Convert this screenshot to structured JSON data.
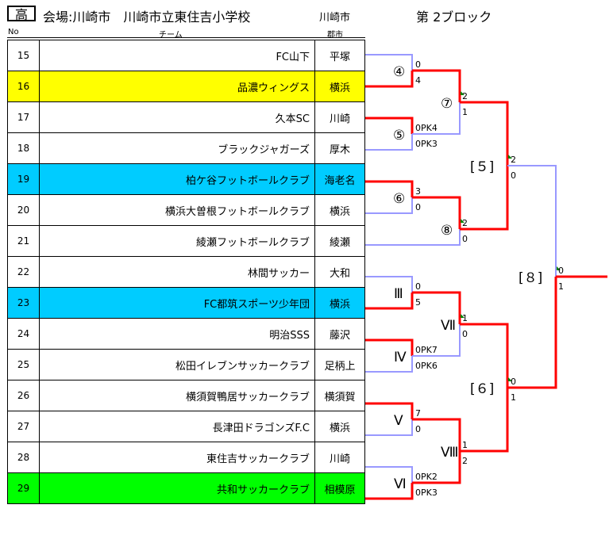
{
  "header": {
    "badge": "高",
    "venue": "会場:川崎市　川崎市立東住吉小学校",
    "city": "川崎市",
    "block": "第 2ブロック"
  },
  "columns": {
    "no": "No",
    "team": "チーム",
    "city": "郡市"
  },
  "colors": {
    "win": "#ff0000",
    "loss": "#9999ff",
    "yellow": "#ffff00",
    "cyan": "#00ccff",
    "green": "#00ff00"
  },
  "teams": [
    {
      "no": "15",
      "name": "FC山下",
      "city": "平塚",
      "highlight": ""
    },
    {
      "no": "16",
      "name": "品濃ウィングス",
      "city": "横浜",
      "highlight": "yellow"
    },
    {
      "no": "17",
      "name": "久本SC",
      "city": "川崎",
      "highlight": ""
    },
    {
      "no": "18",
      "name": "ブラックジャガーズ",
      "city": "厚木",
      "highlight": ""
    },
    {
      "no": "19",
      "name": "柏ケ谷フットボールクラブ",
      "city": "海老名",
      "highlight": "cyan"
    },
    {
      "no": "20",
      "name": "横浜大曽根フットボールクラブ",
      "city": "横浜",
      "highlight": ""
    },
    {
      "no": "21",
      "name": "綾瀬フットボールクラブ",
      "city": "綾瀬",
      "highlight": ""
    },
    {
      "no": "22",
      "name": "林間サッカー",
      "city": "大和",
      "highlight": ""
    },
    {
      "no": "23",
      "name": "FC都筑スポーツ少年団",
      "city": "横浜",
      "highlight": "cyan"
    },
    {
      "no": "24",
      "name": "明治SSS",
      "city": "藤沢",
      "highlight": ""
    },
    {
      "no": "25",
      "name": "松田イレブンサッカークラブ",
      "city": "足柄上",
      "highlight": ""
    },
    {
      "no": "26",
      "name": "横須賀鴨居サッカークラブ",
      "city": "横須賀",
      "highlight": ""
    },
    {
      "no": "27",
      "name": "長津田ドラゴンズF.C",
      "city": "横浜",
      "highlight": ""
    },
    {
      "no": "28",
      "name": "東住吉サッカークラブ",
      "city": "川崎",
      "highlight": ""
    },
    {
      "no": "29",
      "name": "共和サッカークラブ",
      "city": "相模原",
      "highlight": "green"
    }
  ],
  "matches": {
    "m4": {
      "label": "④",
      "score_top": "0",
      "score_bottom": "4"
    },
    "m5": {
      "label": "⑤",
      "score_top": "0PK4",
      "score_bottom": "0PK3"
    },
    "m6": {
      "label": "⑥",
      "score_top": "3",
      "score_bottom": "0"
    },
    "m7": {
      "label": "⑦",
      "score_top": "2",
      "score_bottom": "1"
    },
    "m8": {
      "label": "⑧",
      "score_top": "2",
      "score_bottom": "0"
    },
    "mIII": {
      "label": "Ⅲ",
      "score_top": "0",
      "score_bottom": "5"
    },
    "mIV": {
      "label": "Ⅳ",
      "score_top": "0PK7",
      "score_bottom": "0PK6"
    },
    "mV": {
      "label": "Ⅴ",
      "score_top": "7",
      "score_bottom": "0"
    },
    "mVI": {
      "label": "Ⅵ",
      "score_top": "0PK2",
      "score_bottom": "0PK3"
    },
    "mVII": {
      "label": "Ⅶ",
      "score_top": "1",
      "score_bottom": "0"
    },
    "mVIII": {
      "label": "Ⅷ",
      "score_top": "1",
      "score_bottom": "2"
    },
    "s5": {
      "label": "[５]",
      "score_top": "2",
      "score_bottom": "0"
    },
    "s6": {
      "label": "[６]",
      "score_top": "0",
      "score_bottom": "1"
    },
    "f8": {
      "label": "[８]",
      "score_top": "0",
      "score_bottom": "1"
    }
  }
}
